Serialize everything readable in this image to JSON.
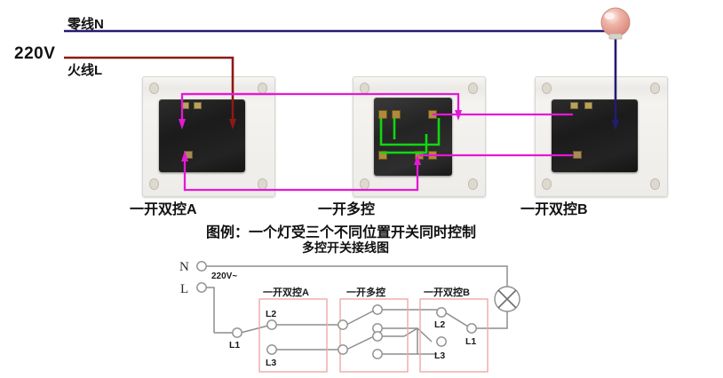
{
  "title": "多控开关接线图",
  "source_labels": {
    "voltage": "220V",
    "neutral": "零线N",
    "live": "火线L"
  },
  "photo_labels": {
    "switch_a": "一开双控A",
    "switch_mid": "一开多控",
    "switch_b": "一开双控B"
  },
  "captions": {
    "legend": "图例：一个灯受三个不同位置开关同时控制",
    "subtitle": "多控开关接线图"
  },
  "schematic": {
    "neutral_terminal": "N",
    "live_terminal": "L",
    "voltage": "220V~",
    "box_a_title": "一开双控A",
    "box_mid_title": "一开多控",
    "box_b_title": "一开双控B",
    "a_pins": {
      "common": "L1",
      "t1": "L2",
      "t2": "L3"
    },
    "b_pins": {
      "common": "L1",
      "t1": "L2",
      "t2": "L3"
    },
    "lamp_symbol": "x-in-circle"
  },
  "colors": {
    "neutral_wire": "#241b70",
    "live_wire": "#8b1a13",
    "traveler_wire": "#e518d6",
    "crossover_wire": "#12d612",
    "lamp_bulb": "#e8a79c",
    "schematic_box": "#f0a9a9",
    "schematic_wire": "#8e8e8e",
    "background": "#ffffff"
  },
  "chart_data": {
    "type": "diagram",
    "title": "多控开关接线图",
    "description": "一个灯受三个不同位置开关同时控制",
    "nodes": [
      {
        "id": "source",
        "label": "220V",
        "terminals": [
          "零线N",
          "火线L"
        ]
      },
      {
        "id": "sw_a",
        "label": "一开双控A",
        "type": "two-way",
        "pins": [
          "L1",
          "L2",
          "L3"
        ]
      },
      {
        "id": "sw_mid",
        "label": "一开多控",
        "type": "intermediate",
        "pins": [
          "in1",
          "in2",
          "out1",
          "out2"
        ]
      },
      {
        "id": "sw_b",
        "label": "一开双控B",
        "type": "two-way",
        "pins": [
          "L1",
          "L2",
          "L3"
        ]
      },
      {
        "id": "lamp",
        "label": "灯",
        "type": "lamp"
      }
    ],
    "edges": [
      {
        "from": "source.火线L",
        "to": "sw_a.L1",
        "color": "#8b1a13"
      },
      {
        "from": "sw_a.L2",
        "to": "sw_mid.in1",
        "color": "#e518d6"
      },
      {
        "from": "sw_a.L3",
        "to": "sw_mid.in2",
        "color": "#e518d6"
      },
      {
        "from": "sw_mid.out1",
        "to": "sw_b.L2",
        "color": "#e518d6"
      },
      {
        "from": "sw_mid.out2",
        "to": "sw_b.L3",
        "color": "#e518d6"
      },
      {
        "from": "sw_b.L1",
        "to": "lamp",
        "color": "#241b70"
      },
      {
        "from": "source.零线N",
        "to": "lamp",
        "color": "#241b70"
      },
      {
        "from": "sw_mid.internal",
        "to": "sw_mid.crossover",
        "color": "#12d612"
      }
    ]
  }
}
